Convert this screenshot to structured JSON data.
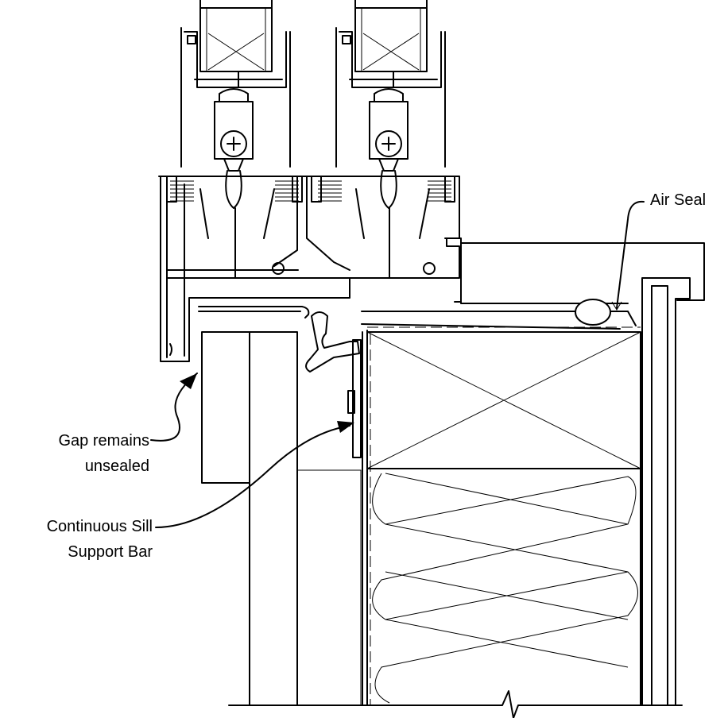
{
  "labels": {
    "air_seal": "Air Seal",
    "gap_line1": "Gap remains",
    "gap_line2": "unsealed",
    "sill_line1": "Continuous Sill",
    "sill_line2": "Support Bar"
  },
  "colors": {
    "line": "#000000",
    "background": "#ffffff"
  }
}
